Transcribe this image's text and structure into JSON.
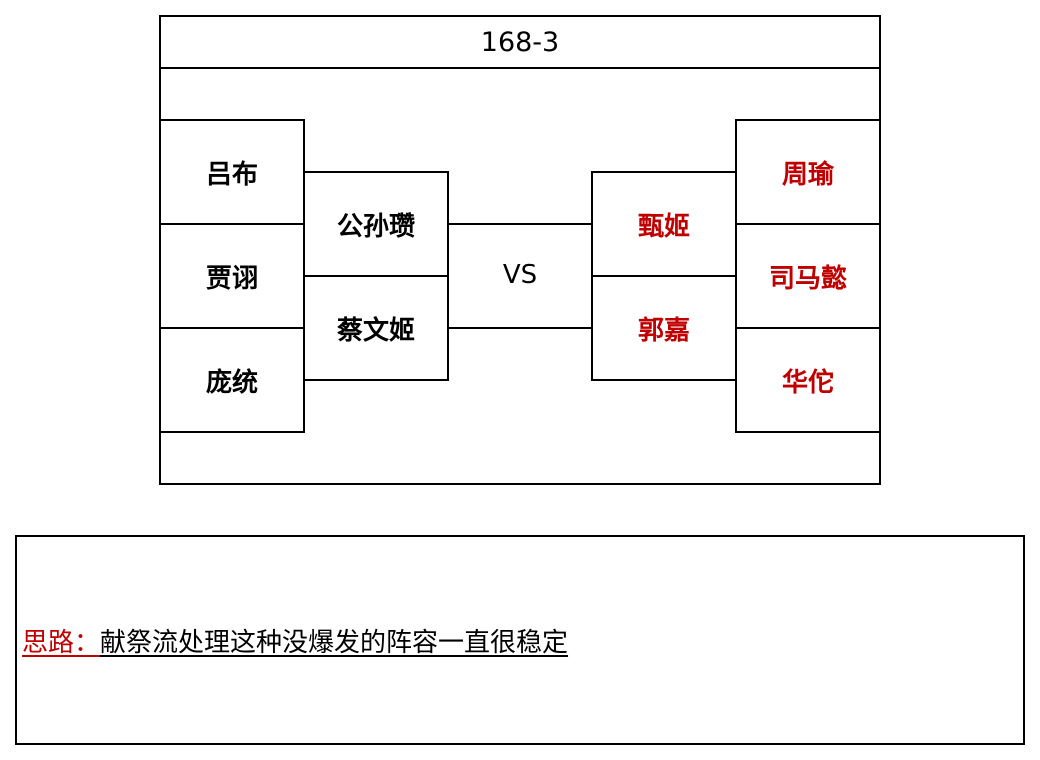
{
  "title": "168-3",
  "left_team": {
    "back": [
      "吕布",
      "贾诩",
      "庞统"
    ],
    "front": [
      "公孙瓒",
      "蔡文姬"
    ]
  },
  "vs_label": "VS",
  "right_team": {
    "front": [
      "甄姬",
      "郭嘉"
    ],
    "back": [
      "周瑜",
      "司马懿",
      "华佗"
    ]
  },
  "note": {
    "label": "思路：",
    "text": "献祭流处理这种没爆发的阵容一直很稳定"
  },
  "colors": {
    "right_team_text": "#c00000",
    "note_label": "#c00000"
  }
}
